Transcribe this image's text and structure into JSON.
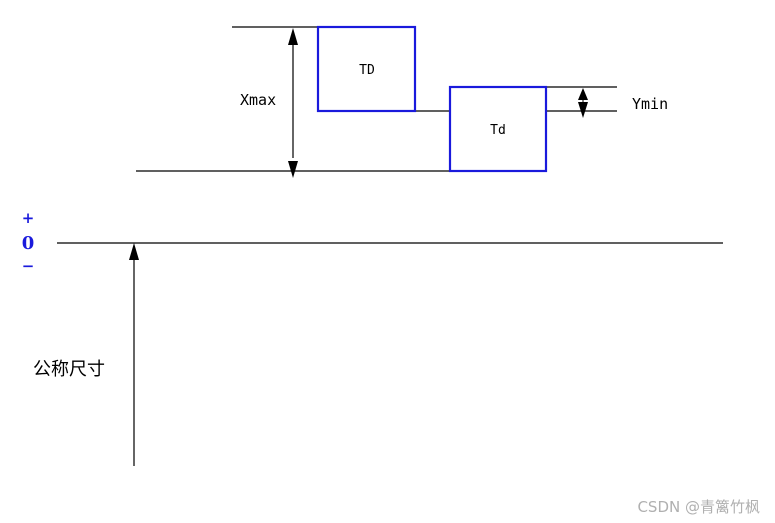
{
  "labels": {
    "xmax": "Xmax",
    "ymin": "Ymin",
    "hole_tolerance": "TD",
    "shaft_tolerance": "Td",
    "plus_sign": "+",
    "zero_line": "0",
    "minus_sign": "−",
    "nominal_size": "公称尺寸"
  },
  "watermark": "CSDN @青篱竹枫",
  "colors": {
    "tolerance_zone": "#1a1adc",
    "sign_labels": "#1a1adc",
    "lines": "#000000",
    "watermark": "#b0b0b0"
  }
}
